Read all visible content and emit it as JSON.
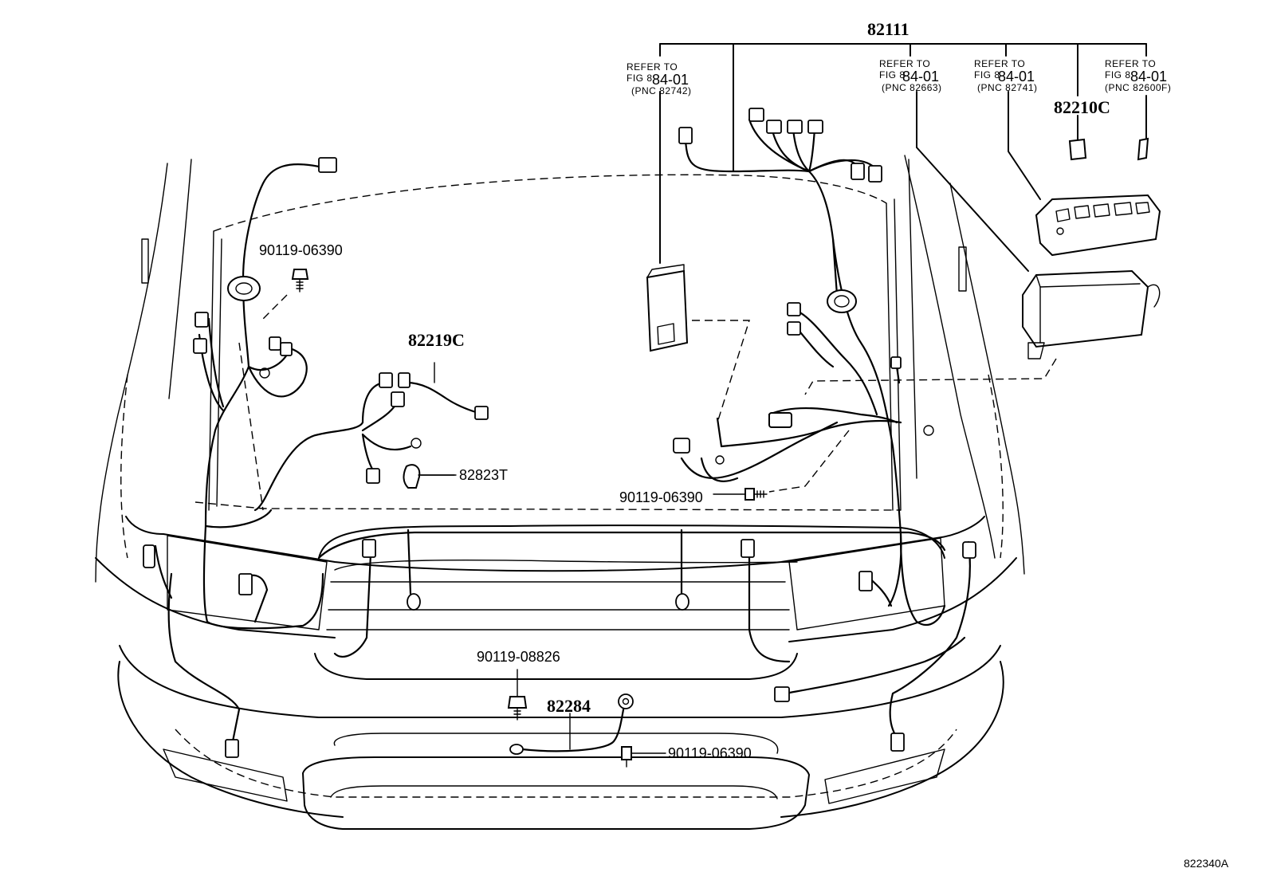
{
  "diagram": {
    "callouts": {
      "main_harness": "82111",
      "bolt_left_top": "90119-06390",
      "sub_harness": "82219C",
      "clamp": "82823T",
      "relay_block": "82210C",
      "bolt_center": "90119-06390",
      "bolt_lower": "90119-08826",
      "ground_wire": "82284",
      "bolt_lower_right": "90119-06390"
    },
    "references": [
      {
        "line1": "REFER TO",
        "line2": "FIG 8",
        "fig": "84-01",
        "pnc": "(PNC 82742)"
      },
      {
        "line1": "REFER TO",
        "line2": "FIG 8",
        "fig": "84-01",
        "pnc": "(PNC 82663)"
      },
      {
        "line1": "REFER TO",
        "line2": "FIG 8",
        "fig": "84-01",
        "pnc": "(PNC 82741)"
      },
      {
        "line1": "REFER TO",
        "line2": "FIG 8",
        "fig": "84-01",
        "pnc": "(PNC 82600F)"
      }
    ],
    "figure_code": "822340A"
  }
}
